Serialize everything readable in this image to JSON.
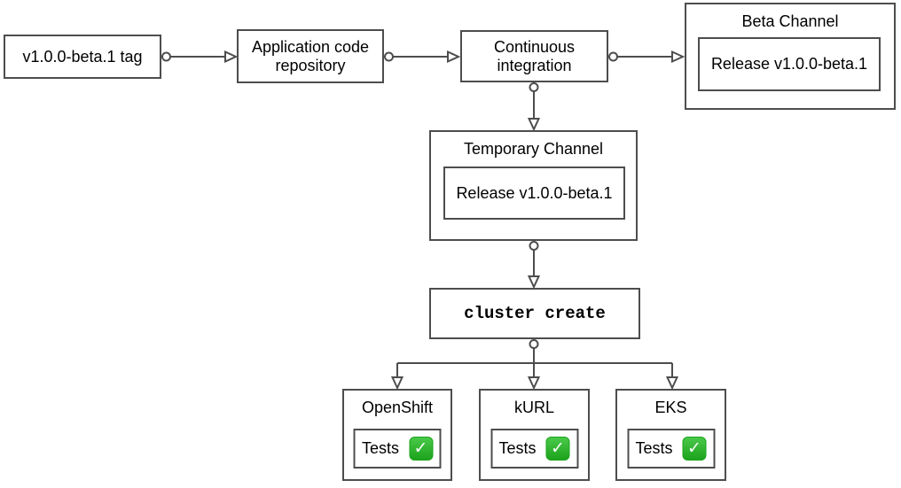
{
  "colors": {
    "line": "#4d4d4d",
    "check_green_light": "#49c949",
    "check_green_dark": "#1da31d"
  },
  "nodes": {
    "tag": {
      "label": "v1.0.0-beta.1 tag"
    },
    "repo": {
      "label": "Application code repository"
    },
    "ci": {
      "label": "Continuous integration"
    },
    "beta_channel": {
      "title": "Beta Channel",
      "release_label": "Release v1.0.0-beta.1"
    },
    "temporary_channel": {
      "title": "Temporary Channel",
      "release_label": "Release v1.0.0-beta.1"
    },
    "cluster_create": {
      "label": "cluster create"
    },
    "clusters": [
      {
        "title": "OpenShift",
        "tests_label": "Tests",
        "check_icon": "✓"
      },
      {
        "title": "kURL",
        "tests_label": "Tests",
        "check_icon": "✓"
      },
      {
        "title": "EKS",
        "tests_label": "Tests",
        "check_icon": "✓"
      }
    ]
  }
}
